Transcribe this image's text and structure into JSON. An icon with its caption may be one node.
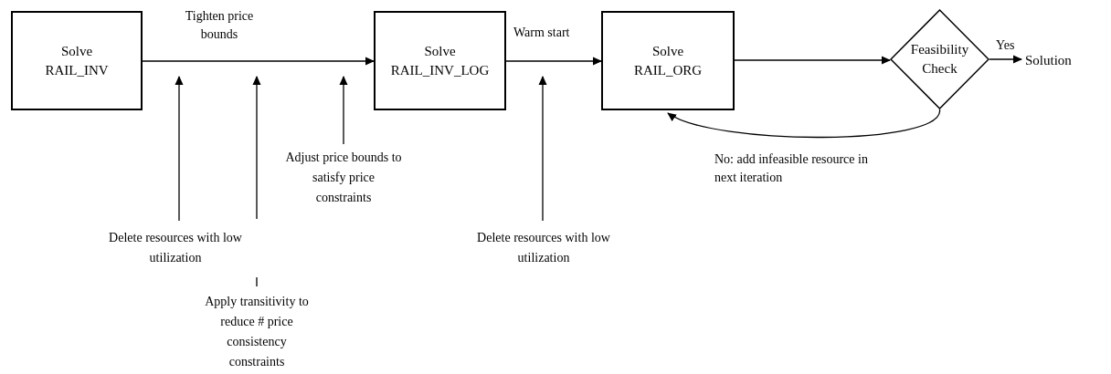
{
  "diagram": {
    "nodes": [
      {
        "text": [
          "Solve RAIL_INV"
        ]
      },
      {
        "text": [
          "Solve RAIL_INV_LOG"
        ]
      },
      {
        "text": [
          "Solve RAIL_ORG"
        ]
      },
      {
        "text": [
          "Feasibility Check"
        ]
      },
      {
        "text": [
          "Solution"
        ]
      },
      {
        "text": [
          "Delete resources with low utilization"
        ]
      },
      {
        "text": [
          "Apply transitivity to reduce # price consistency constraints"
        ]
      },
      {
        "text": [
          "Adjust price bounds to satisfy price constraints"
        ]
      },
      {
        "text": [
          "Delete resources with low utilization"
        ]
      }
    ],
    "edges": [
      {
        "from": 0,
        "to": 1,
        "arrow": "to",
        "label": "Tighten price bounds"
      },
      {
        "from": 1,
        "to": 2,
        "arrow": "to",
        "label": "Warm start"
      },
      {
        "from": 2,
        "to": 3,
        "arrow": "to"
      },
      {
        "from": 3,
        "to": 4,
        "arrow": "to",
        "label": "Yes"
      },
      {
        "from": 3,
        "to": 2,
        "arrow": "to",
        "label": "No: add infeasible resource in next iteration"
      },
      {
        "from": 5,
        "to": null,
        "arrow": "to"
      },
      {
        "from": 6,
        "to": null,
        "arrow": "to"
      },
      {
        "from": 7,
        "to": null,
        "arrow": "to"
      },
      {
        "from": 8,
        "to": null,
        "arrow": "to"
      }
    ]
  }
}
